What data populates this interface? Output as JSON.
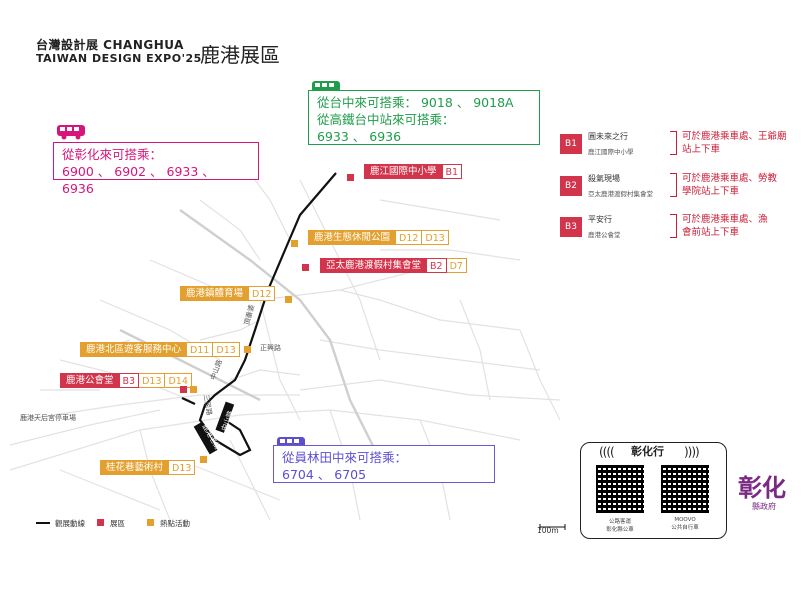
{
  "header": {
    "line1": "台灣設計展 CHANGHUA",
    "line2": "TAIWAN DESIGN EXPO'25",
    "zone": "鹿港展區"
  },
  "routes": {
    "changhua": {
      "line1": "從彰化來可搭乘：",
      "line2": "6900 、 6902 、 6933 、 6936"
    },
    "taichung": {
      "line1": "從台中來可搭乘： 9018 、 9018A",
      "line2": "從高鐵台中站來可搭乘：",
      "line3": "6933 、 6936"
    },
    "yuanlin": {
      "line1": "從員林田中來可搭乘：",
      "line2": "6704 、 6705"
    }
  },
  "venues": [
    {
      "name": "鹿江國際中小學",
      "codes": [
        "B1"
      ],
      "type": "exhibit"
    },
    {
      "name": "鹿港生態休閒公園",
      "codes": [
        "D12",
        "D13"
      ],
      "type": "event"
    },
    {
      "name": "亞太鹿港渡假村集會堂",
      "codes": [
        "B2",
        "D7"
      ],
      "type": "exhibit"
    },
    {
      "name": "鹿港鎮體育場",
      "codes": [
        "D12"
      ],
      "type": "event"
    },
    {
      "name": "鹿港北區遊客服務中心",
      "codes": [
        "D11",
        "D13"
      ],
      "type": "event"
    },
    {
      "name": "鹿港公會堂",
      "codes": [
        "B3",
        "D13",
        "D14"
      ],
      "type": "exhibit"
    },
    {
      "name": "桂花巷藝術村",
      "codes": [
        "D13"
      ],
      "type": "event"
    }
  ],
  "streets": {
    "s1": "鹿港天后宮停車場",
    "s2": "正興路",
    "s3": "頂番婆",
    "s4": "中山路",
    "s5": "三民路",
    "s6": "鹿港老街",
    "s7": "中山路"
  },
  "stops": [
    {
      "code": "B1",
      "title": "圓未來之行",
      "sub": "鹿江國際中小學",
      "note1": "可於鹿港乘車處、王爺廟",
      "note2": "站上下車"
    },
    {
      "code": "B2",
      "title": "殺氣現場",
      "sub": "亞太鹿港渡假村集會堂",
      "note1": "可於鹿港乘車處、勞教",
      "note2": "學院站上下車"
    },
    {
      "code": "B3",
      "title": "平安行",
      "sub": "鹿港公會堂",
      "note1": "可於鹿港乘車處、漁",
      "note2": "會前站上下車"
    }
  ],
  "legend": {
    "route": "觀展動線",
    "exhibit": "展區",
    "event": "熱點活動",
    "scale": "100m"
  },
  "qr_card": {
    "title": "彰化行",
    "cap1": "公路客運\n彰化縣公車",
    "cap2": "MOOVO\n公共自行車"
  },
  "seal": {
    "big": "彰化",
    "small": "縣政府"
  },
  "colors": {
    "exhibit": "#d2344b",
    "event": "#e3a02f",
    "pink": "#d6157a",
    "green": "#1f9d4a",
    "purple": "#5b4fd0"
  }
}
